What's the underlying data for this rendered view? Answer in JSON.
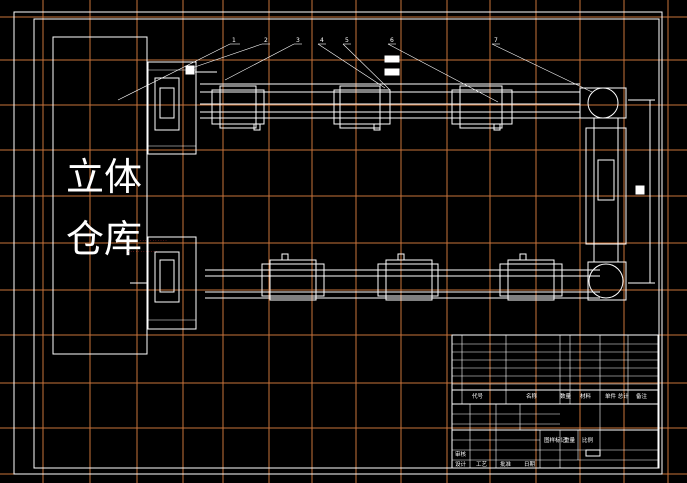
{
  "drawing": {
    "storage_label_line1": "立体",
    "storage_label_line2": "仓库",
    "colors": {
      "background": "#000000",
      "linework": "#ffffff",
      "grid": "#c8733a",
      "annotation_red": "#ff4040"
    },
    "callouts": [
      "1",
      "2",
      "3",
      "4",
      "5",
      "6",
      "7"
    ],
    "title_block": {
      "parts_rows": [
        "",
        "",
        "",
        "",
        "",
        "",
        ""
      ],
      "header_labels": [
        "代号",
        "名称",
        "数量",
        "材料",
        "单件 总计",
        "备注"
      ],
      "sheet_labels": [
        "图样标记",
        "重量",
        "比例"
      ],
      "footer_labels": [
        "审核",
        "设计",
        "工艺",
        "批准",
        "日期"
      ]
    }
  }
}
